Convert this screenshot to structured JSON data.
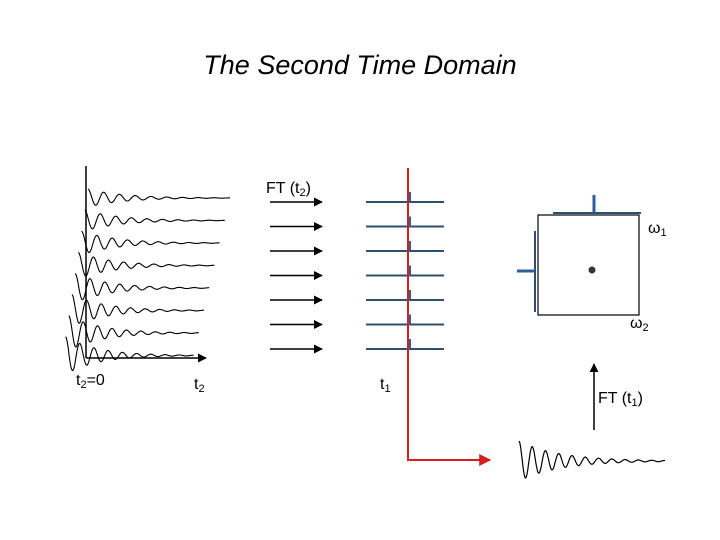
{
  "title": "The Second Time Domain",
  "labels": {
    "t2_zero": {
      "base": "t",
      "sub": "2",
      "suffix": "=0"
    },
    "t2_axis": {
      "base": "t",
      "sub": "2"
    },
    "t1_axis": {
      "base": "t",
      "sub": "1"
    },
    "ft_t2": {
      "prefix": "FT (t",
      "sub": "2",
      "suffix": ")"
    },
    "ft_t1": {
      "prefix": "FT (t",
      "sub": "1",
      "suffix": ")"
    },
    "omega1": {
      "base": "ω",
      "sub": "1"
    },
    "omega2": {
      "base": "ω",
      "sub": "2"
    }
  },
  "colors": {
    "ink": "#000000",
    "red_axis": "#d42020",
    "blue_line": "#2f4f6f",
    "blue_marker": "#2f5f99",
    "dot": "#333333"
  },
  "icons": {
    "arrow": "right-arrow-icon",
    "up_arrow": "up-arrow-icon"
  }
}
